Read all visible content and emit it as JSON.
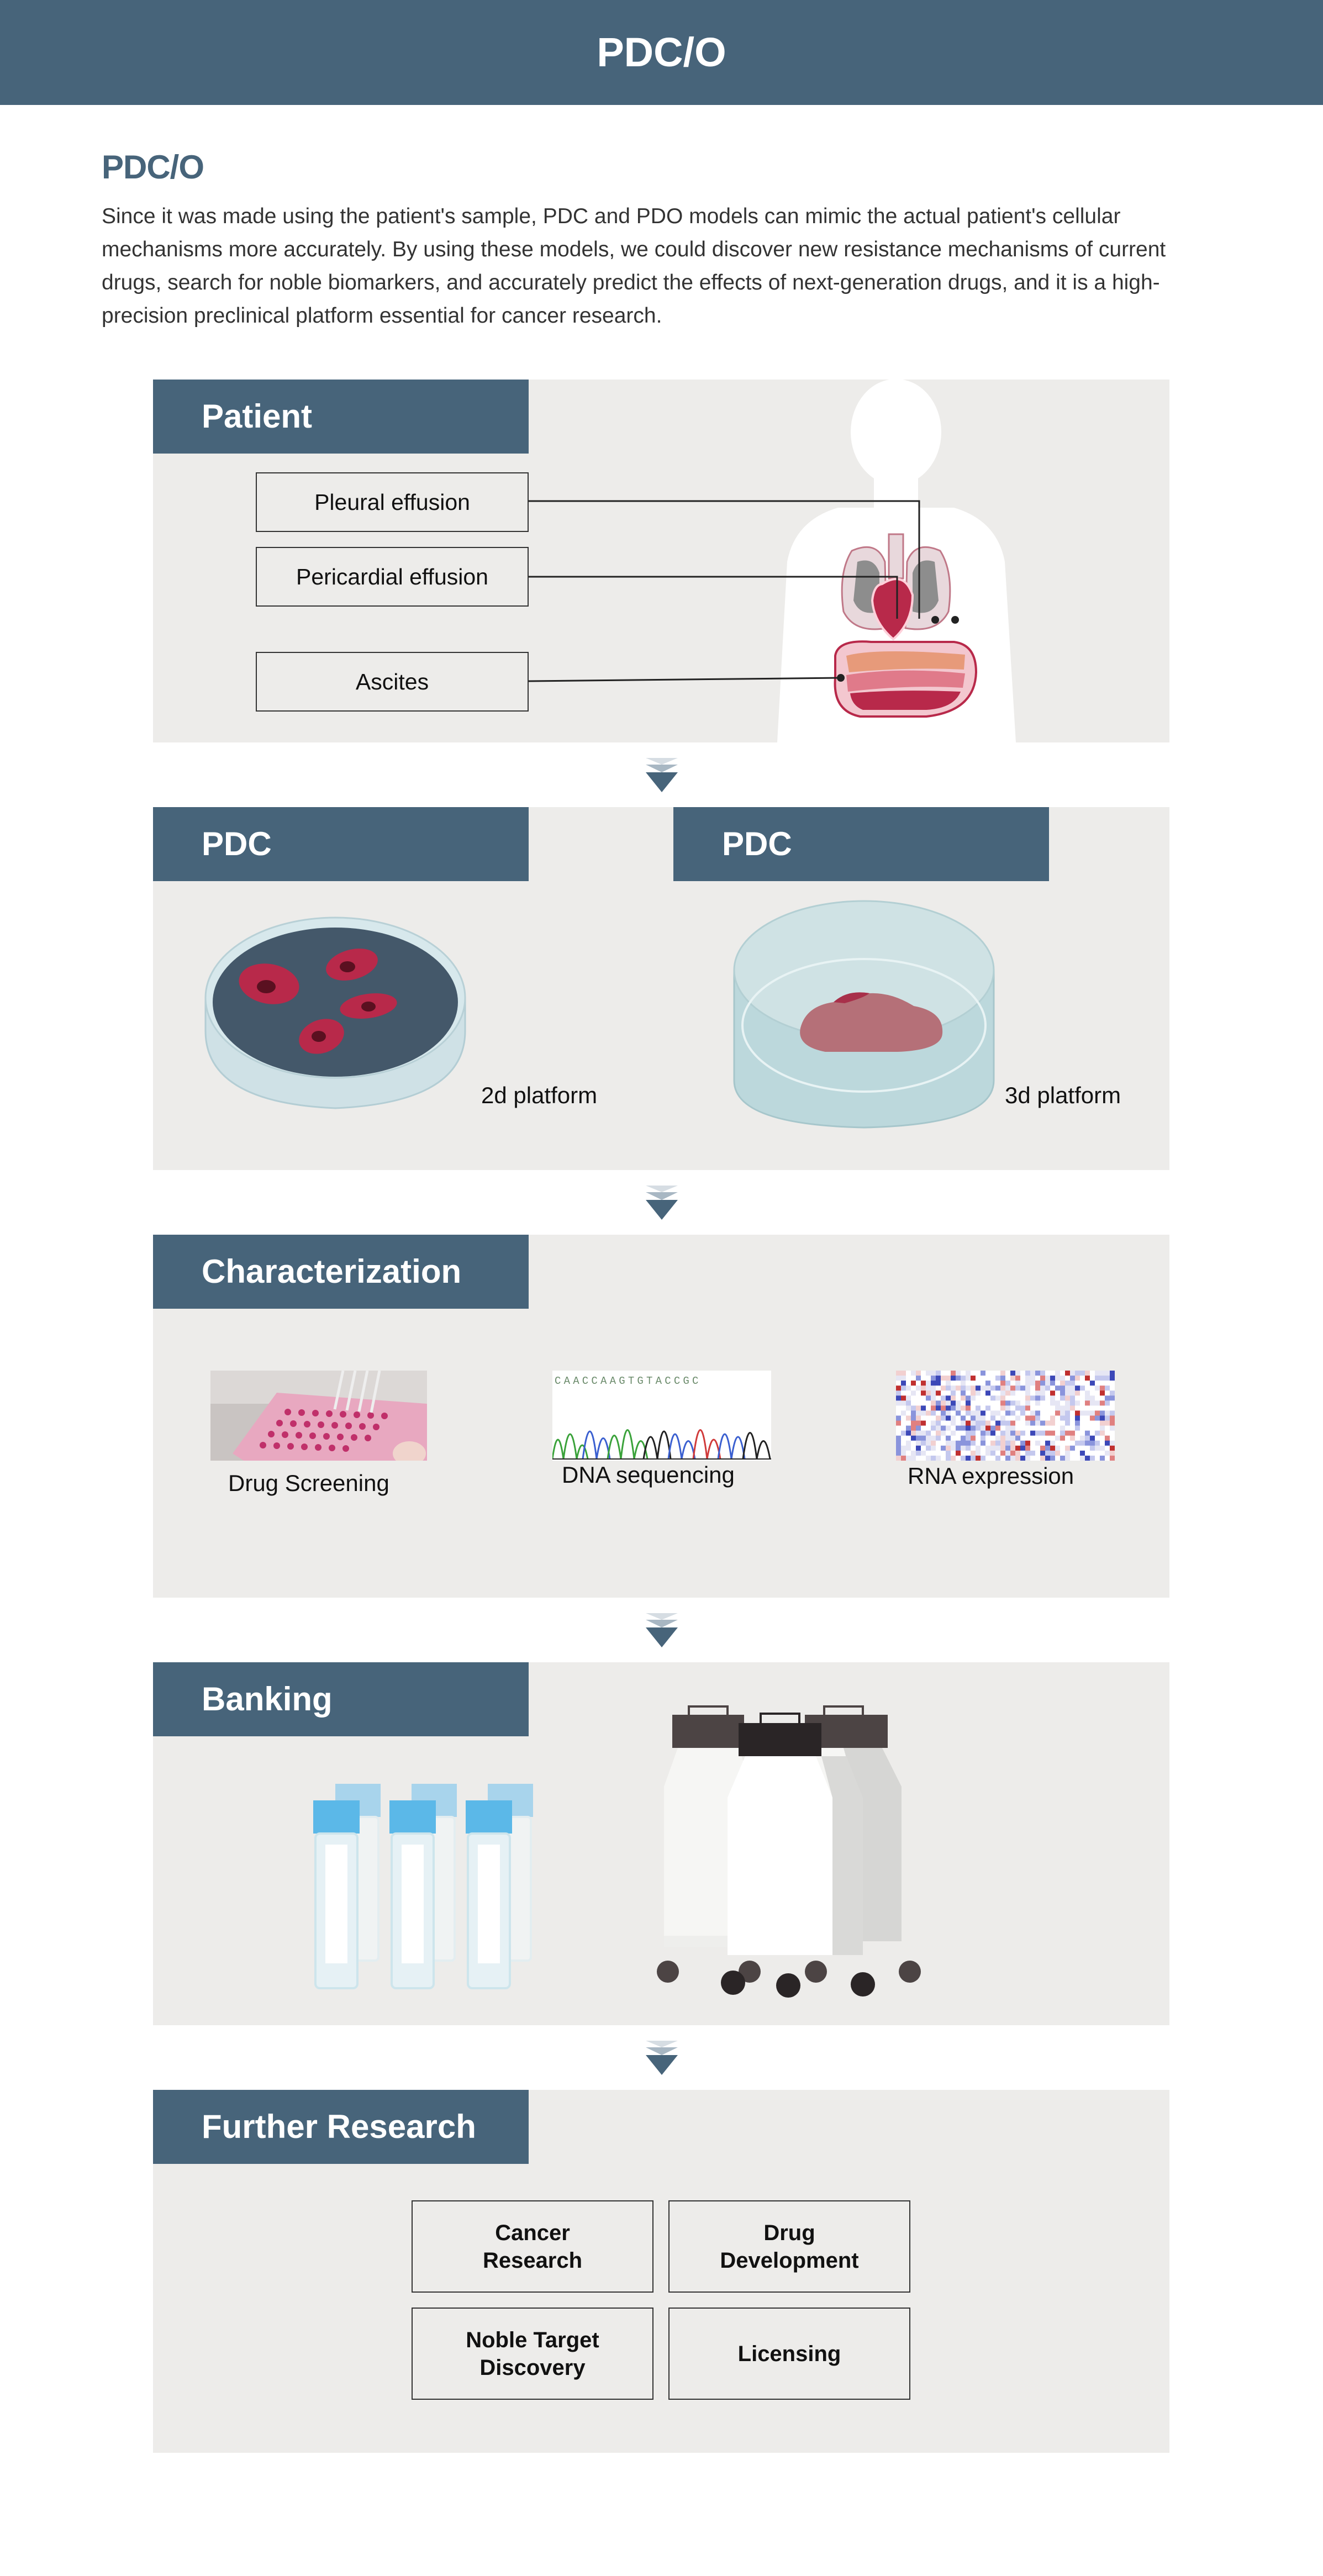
{
  "header": {
    "title": "PDC/O"
  },
  "intro": {
    "heading": "PDC/O",
    "text": "Since it was made using the patient's sample, PDC and PDO models can mimic the actual patient's cellular mechanisms more accurately. By using these models, we could discover new resistance mechanisms of current drugs, search for noble biomarkers, and accurately predict the effects of next-generation drugs, and it is a high-precision preclinical platform essential for cancer research."
  },
  "patient": {
    "title": "Patient",
    "sources": [
      "Pleural effusion",
      "Pericardial effusion",
      "Ascites"
    ]
  },
  "pdc": {
    "left": {
      "title": "PDC",
      "caption": "2d platform"
    },
    "right": {
      "title": "PDC",
      "caption": "3d platform"
    }
  },
  "characterization": {
    "title": "Characterization",
    "items": [
      "Drug Screening",
      "DNA sequencing",
      "RNA expression"
    ],
    "dna_letters": "CAACCAAGTGTACCGC"
  },
  "banking": {
    "title": "Banking"
  },
  "further": {
    "title": "Further Research",
    "items": [
      "Cancer\nResearch",
      "Drug\nDevelopment",
      "Noble Target\nDiscovery",
      "Licensing"
    ]
  },
  "colors": {
    "brand": "#47647a",
    "panel": "#edecea",
    "cell": "#b8294a",
    "tube_cap": "#5bb8e8"
  }
}
